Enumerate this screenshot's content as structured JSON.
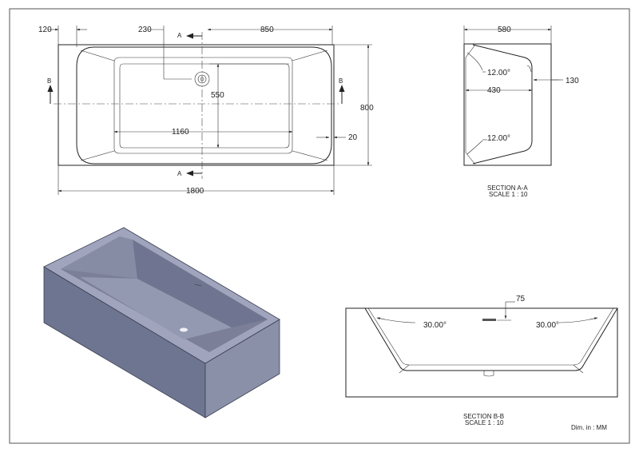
{
  "plan_view": {
    "dims": {
      "d120": "120",
      "d230": "230",
      "d850": "850",
      "d550": "550",
      "d800": "800",
      "d1160": "1160",
      "d20": "20",
      "d1800": "1800"
    },
    "markers": {
      "a_top": "A",
      "a_bottom": "A",
      "b_left": "B",
      "b_right": "B"
    }
  },
  "section_aa": {
    "dims": {
      "d580": "580",
      "d130": "130",
      "d430": "430",
      "angle_top": "12.00°",
      "angle_bottom": "12.00°"
    },
    "caption_line1": "SECTION A-A",
    "caption_line2": "SCALE 1 : 10"
  },
  "section_bb": {
    "dims": {
      "d75": "75",
      "angle_left": "30.00°",
      "angle_right": "30.00°"
    },
    "caption_line1": "SECTION B-B",
    "caption_line2": "SCALE 1 : 10"
  },
  "units_note": "Dim. in :  MM",
  "colors": {
    "tub_outer_side": "#6e7590",
    "tub_front": "#8a90a8",
    "tub_top": "#a0a5bd",
    "tub_inner": "#9499b2",
    "border": "#555555"
  }
}
